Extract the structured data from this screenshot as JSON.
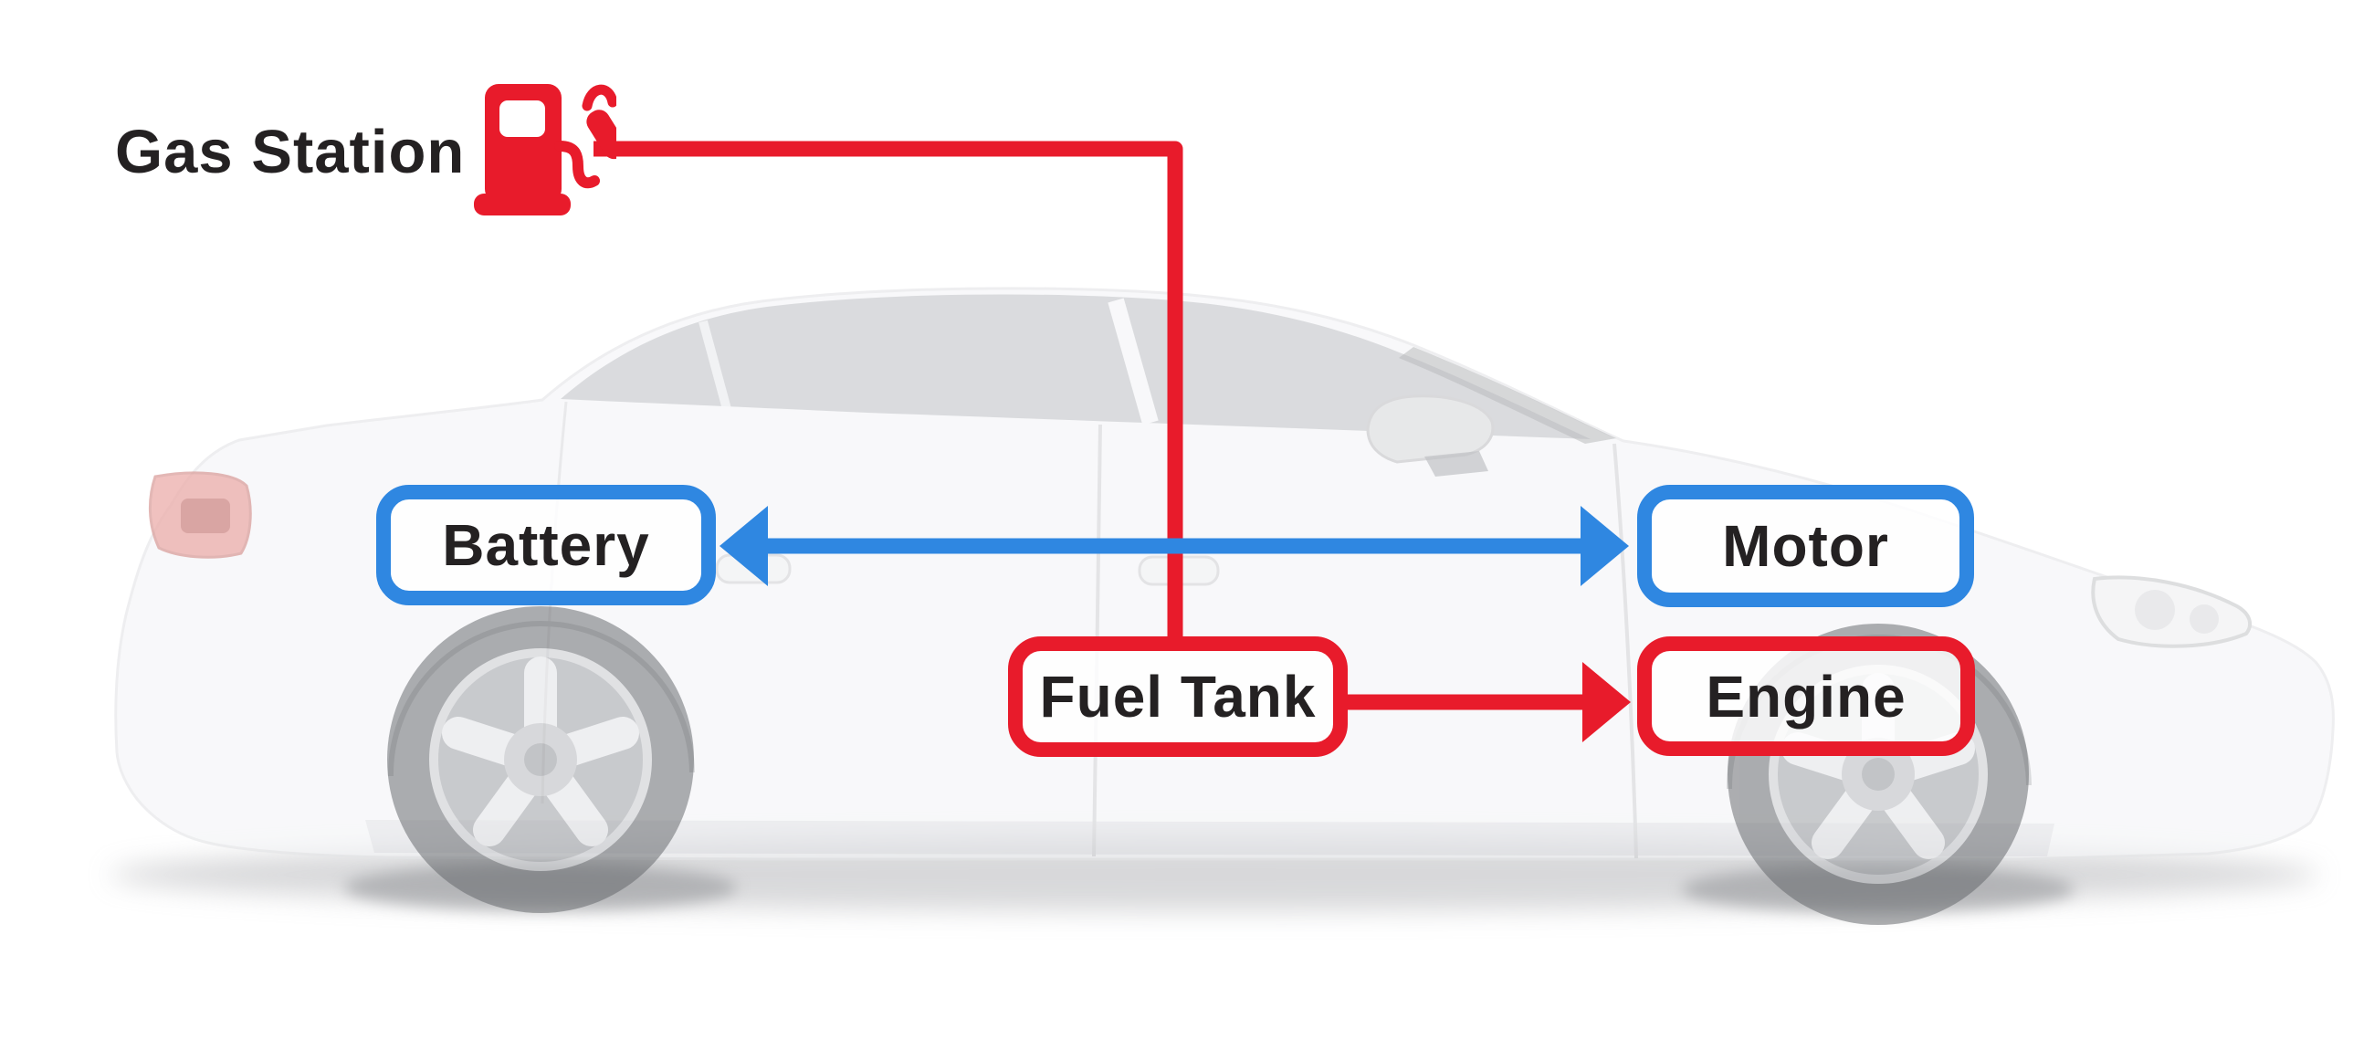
{
  "canvas": {
    "background": "#ffffff",
    "description": "Hybrid car powertrain diagram over faded white sedan side-view photo"
  },
  "gas_station": {
    "label": "Gas Station",
    "icon": "gas-pump-icon",
    "icon_color": "#e81b2b"
  },
  "nodes": {
    "battery": {
      "label": "Battery",
      "border_color": "#2f87e1"
    },
    "motor": {
      "label": "Motor",
      "border_color": "#2f87e1"
    },
    "fuel_tank": {
      "label": "Fuel Tank",
      "border_color": "#e81b2b"
    },
    "engine": {
      "label": "Engine",
      "border_color": "#e81b2b"
    }
  },
  "edges": [
    {
      "id": "gas-station-to-fuel-tank",
      "from": "gas_station",
      "to": "fuel_tank",
      "style": "elbow-line",
      "color": "#e81b2b"
    },
    {
      "id": "battery-motor-link",
      "from": "battery",
      "to": "motor",
      "style": "double-headed-arrow",
      "color": "#2f87e1"
    },
    {
      "id": "fuel-tank-to-engine",
      "from": "fuel_tank",
      "to": "engine",
      "style": "arrow",
      "color": "#e81b2b"
    }
  ],
  "colors": {
    "red": "#e81b2b",
    "blue": "#2f87e1",
    "text": "#242122",
    "node_fill": "rgba(255,255,255,0.82)"
  }
}
